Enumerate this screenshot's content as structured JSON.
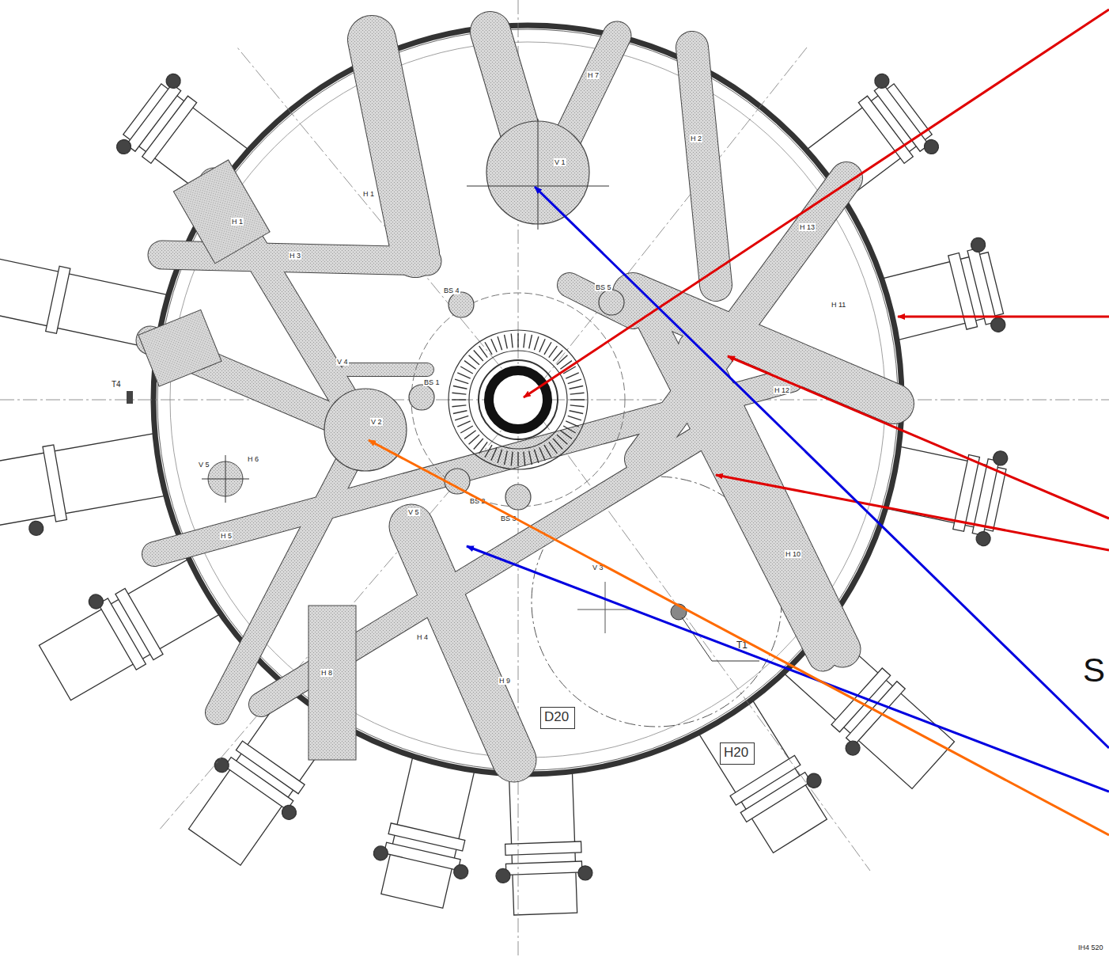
{
  "diagram": {
    "nodes": [
      {
        "text": [
          "D20"
        ]
      },
      {
        "text": [
          "H20"
        ]
      }
    ],
    "labels": [
      "V 1",
      "V 2",
      "V 3",
      "V 4",
      "V 5",
      "V 5",
      "BS 1",
      "BS 2",
      "BS 3",
      "BS 4",
      "BS 5",
      "H 1",
      "H 1",
      "H 7",
      "H 2",
      "H 3",
      "H 13",
      "H 11",
      "H 12",
      "H 10",
      "H 4",
      "H 5",
      "H 6",
      "H 9",
      "H 8",
      "T4",
      "T1",
      "S",
      "IH4 520"
    ]
  }
}
